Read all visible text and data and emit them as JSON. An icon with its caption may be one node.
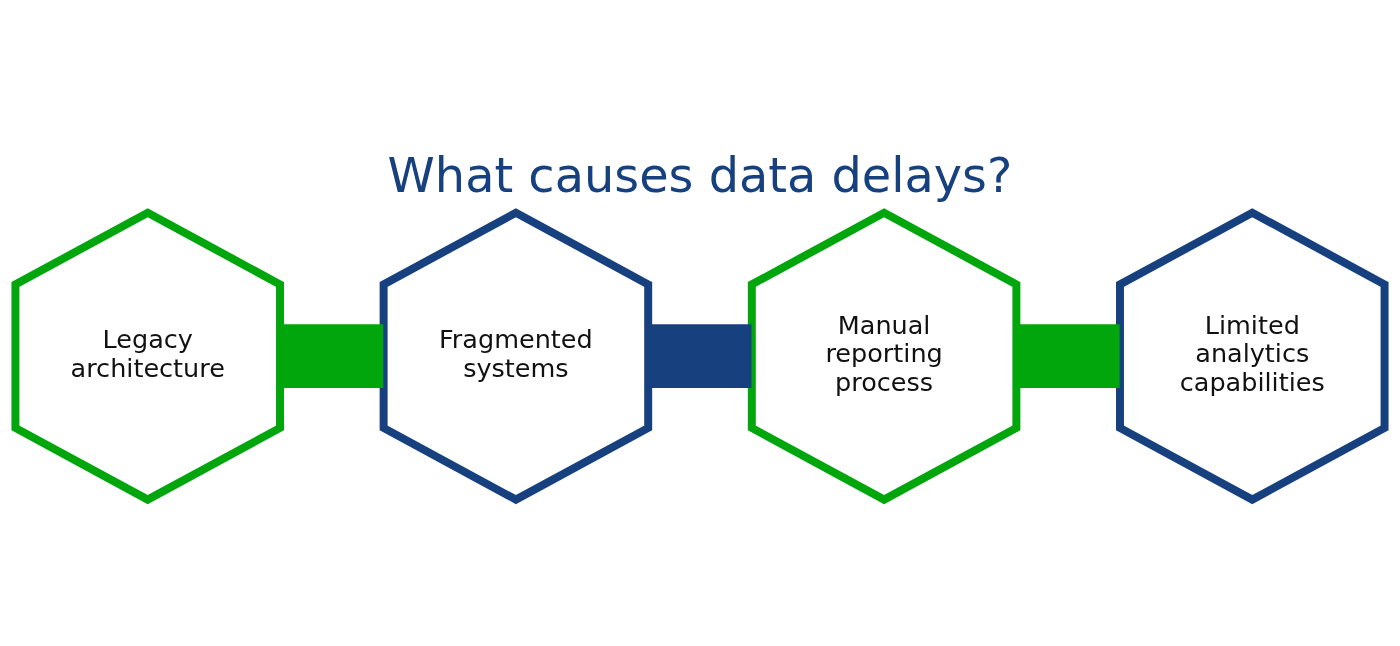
{
  "diagram": {
    "title": "What causes data delays?",
    "nodes": [
      {
        "text": [
          "Legacy architecture"
        ]
      },
      {
        "text": [
          "Fragmented systems"
        ]
      },
      {
        "text": [
          "Manual reporting process"
        ]
      },
      {
        "text": [
          "Limited analytics capabilities"
        ]
      }
    ],
    "edges": [
      {
        "from": 0,
        "to": 1,
        "arrow": "none"
      },
      {
        "from": 1,
        "to": 2,
        "arrow": "none",
        "color": "#17407f"
      },
      {
        "from": 2,
        "to": 3,
        "arrow": "none"
      }
    ]
  }
}
